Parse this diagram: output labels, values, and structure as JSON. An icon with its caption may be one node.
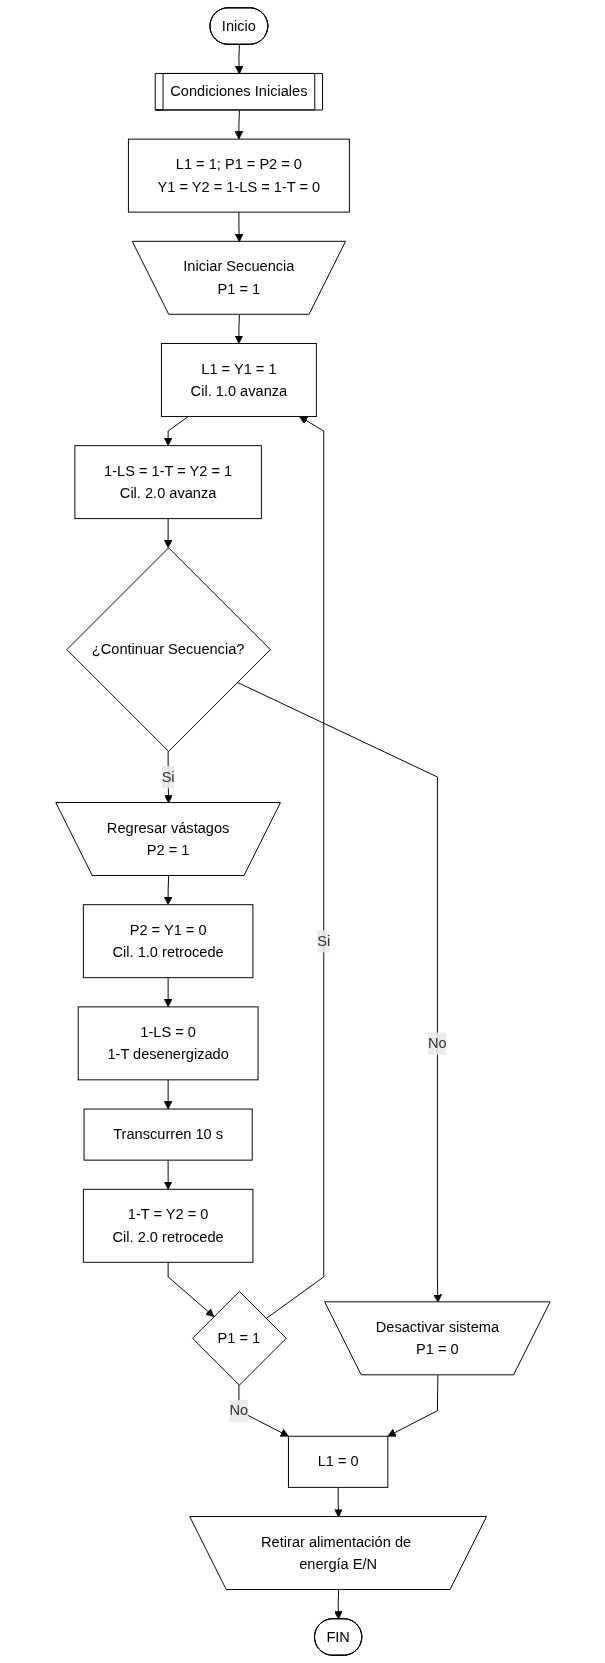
{
  "diagram": {
    "nodes": [
      {
        "text": [
          "Inicio"
        ]
      },
      {
        "text": [
          "Condiciones Iniciales"
        ]
      },
      {
        "text": [
          "L1 = 1; P1 = P2 = 0",
          "Y1 = Y2 = 1-LS = 1-T = 0"
        ]
      },
      {
        "text": [
          "Iniciar Secuencia",
          "P1 = 1"
        ]
      },
      {
        "text": [
          "L1 = Y1 = 1",
          "Cil. 1.0 avanza"
        ]
      },
      {
        "text": [
          "1-LS = 1-T = Y2 = 1",
          "Cil. 2.0 avanza"
        ]
      },
      {
        "text": [
          "¿Continuar Secuencia?"
        ]
      },
      {
        "text": [
          "Regresar vástagos",
          "P2 = 1"
        ]
      },
      {
        "text": [
          "P2 = Y1 = 0",
          "Cil. 1.0 retrocede"
        ]
      },
      {
        "text": [
          "1-LS = 0",
          "1-T desenergizado"
        ]
      },
      {
        "text": [
          "Transcurren 10 s"
        ]
      },
      {
        "text": [
          "1-T = Y2 = 0",
          "Cil. 2.0 retrocede"
        ]
      },
      {
        "text": [
          "P1 = 1"
        ]
      },
      {
        "text": [
          "Desactivar sistema",
          "P1 = 0"
        ]
      },
      {
        "text": [
          "L1 = 0"
        ]
      },
      {
        "text": [
          "Retirar alimentación de energía E/N"
        ]
      },
      {
        "text": [
          "FIN"
        ]
      }
    ],
    "edges": [
      {
        "from": 0,
        "to": 1,
        "arrow": "to"
      },
      {
        "from": 1,
        "to": 2,
        "arrow": "to"
      },
      {
        "from": 2,
        "to": 3,
        "arrow": "to"
      },
      {
        "from": 3,
        "to": 4,
        "arrow": "to"
      },
      {
        "from": 4,
        "to": 5,
        "arrow": "to"
      },
      {
        "from": 5,
        "to": 6,
        "arrow": "to"
      },
      {
        "from": 6,
        "to": 7,
        "label": "Si",
        "arrow": "to"
      },
      {
        "from": 6,
        "to": 13,
        "label": "No",
        "arrow": "to"
      },
      {
        "from": 7,
        "to": 8,
        "arrow": "to"
      },
      {
        "from": 8,
        "to": 9,
        "arrow": "to"
      },
      {
        "from": 9,
        "to": 10,
        "arrow": "to"
      },
      {
        "from": 10,
        "to": 11,
        "arrow": "to"
      },
      {
        "from": 11,
        "to": 12,
        "arrow": "to"
      },
      {
        "from": 12,
        "to": 4,
        "label": "Si",
        "arrow": "to"
      },
      {
        "from": 12,
        "to": 14,
        "label": "No",
        "arrow": "to"
      },
      {
        "from": 13,
        "to": 14,
        "arrow": "to"
      },
      {
        "from": 14,
        "to": 15,
        "arrow": "to"
      },
      {
        "from": 15,
        "to": 16,
        "arrow": "to"
      }
    ]
  }
}
